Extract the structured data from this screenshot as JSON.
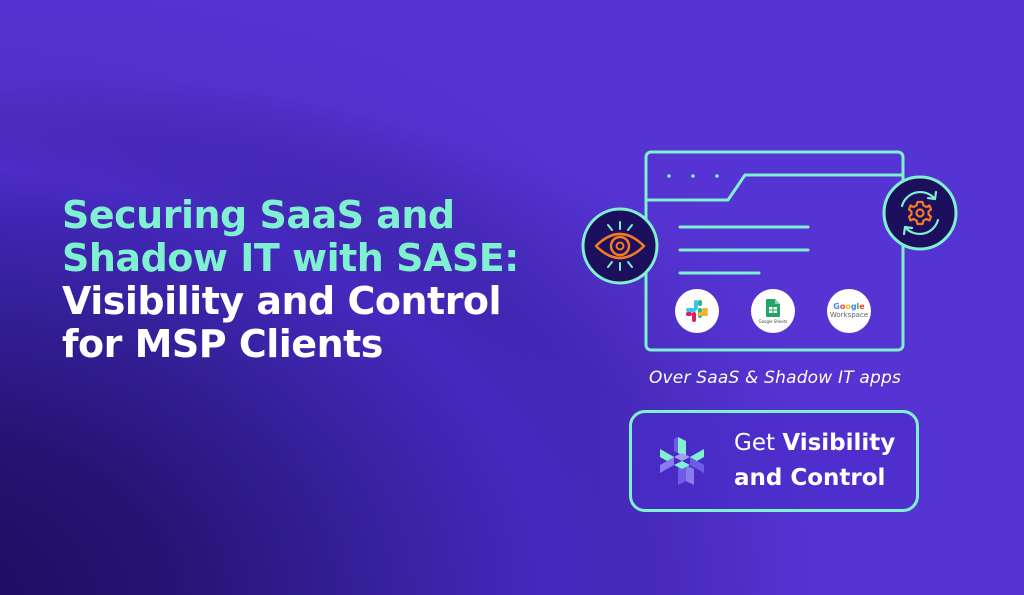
{
  "headline": {
    "line1": "Securing SaaS and",
    "line2": "Shadow IT with SASE:",
    "line3": "Visibility and Control",
    "line4": "for MSP Clients"
  },
  "illustration": {
    "window_dots": [
      "•",
      "•",
      "•"
    ],
    "left_badge_icon": "eye-icon",
    "right_badge_icon": "gear-sync-icon",
    "apps": [
      {
        "name": "Slack",
        "icon": "slack-icon"
      },
      {
        "name": "Google Sheets",
        "label": "Google Sheets",
        "icon": "google-sheets-icon"
      },
      {
        "name": "Google Workspace",
        "label_line1": "Google",
        "label_line2": "Workspace",
        "icon": "google-workspace-icon"
      }
    ]
  },
  "caption": "Over SaaS & Shadow IT apps",
  "cta": {
    "prefix": "Get ",
    "bold1": "Visibility",
    "bold2": "and Control"
  },
  "colors": {
    "accent_mint": "#7ff0d0",
    "accent_orange": "#f47b20",
    "bg_dark": "#1a0c5a",
    "bg_light": "#5634d4",
    "badge_fill": "#1c0f5e"
  }
}
